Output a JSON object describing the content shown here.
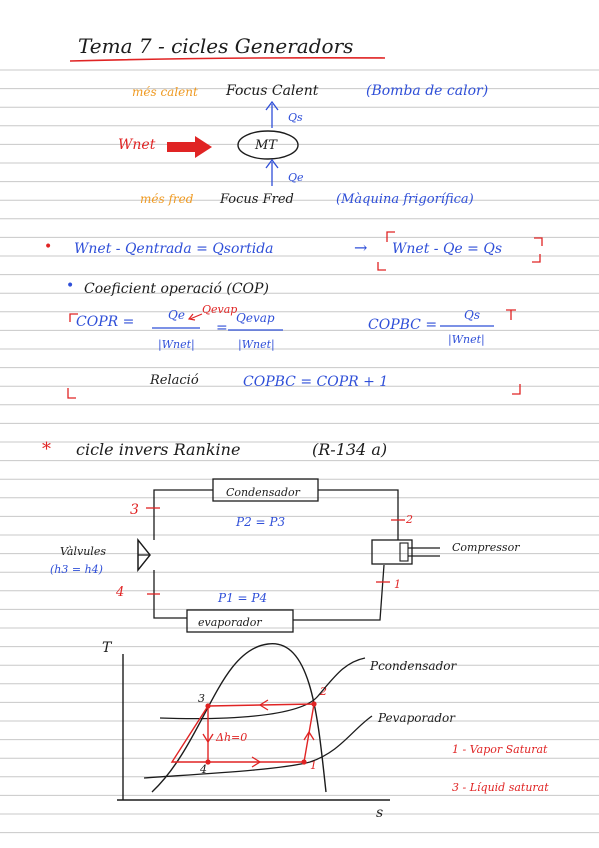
{
  "title": "Tema 7 - cicles Generadors",
  "engine": {
    "hot_side": "més calent",
    "hot_focus": "Focus Calent",
    "pump_note": "(Bomba de calor)",
    "qs": "Qs",
    "wnet": "Wnet",
    "mt": "MT",
    "qe": "Qe",
    "cold_side": "més fred",
    "cold_focus": "Focus Fred",
    "fridge_note": "(Màquina frigorífica)"
  },
  "balance": {
    "eq": "Wnet - Qentrada = Qsortida",
    "arrow": "→",
    "boxed": "Wnet - Qe = Qs"
  },
  "cop": {
    "label": "Coeficient operació (COP)",
    "cop_r": "COPR =",
    "qe": "Qe",
    "qevap_note": "Qevap",
    "wnet1": "|Wnet|",
    "equals": "=",
    "qevap": "Qevap",
    "wnet2": "|Wnet|",
    "cop_bc": "COPBC =",
    "qs": "Qs",
    "wnet3": "|Wnet|",
    "relacio": "Relació",
    "relacio_eq": "COPBC = COPR + 1"
  },
  "cycle": {
    "star": "*",
    "title": "cicle invers Rankine",
    "fluid": "(R-134 a)",
    "condensador": "Condensador",
    "p_top": "P2 = P3",
    "valvules": "Vàlvules",
    "h_note": "(h3 = h4)",
    "compressor": "Compressor",
    "p_bottom": "P1 = P4",
    "evaporador": "evaporador",
    "point_labels": [
      "3",
      "2",
      "4",
      "1"
    ]
  },
  "ts": {
    "t_axis": "T",
    "s_axis": "s",
    "pcond": "Pcondensador",
    "pevap": "Pevaporador",
    "pts": [
      "3",
      "2",
      "4",
      "1"
    ],
    "dh": "Δh=0",
    "legend1": "1 - Vapor Saturat",
    "legend3": "3 - Líquid saturat"
  },
  "colors": {
    "ink": "#1c1c1c",
    "red": "#e02424",
    "blue": "#2f4fd8",
    "orange": "#ef9a22",
    "rule": "#c8c8c8"
  }
}
